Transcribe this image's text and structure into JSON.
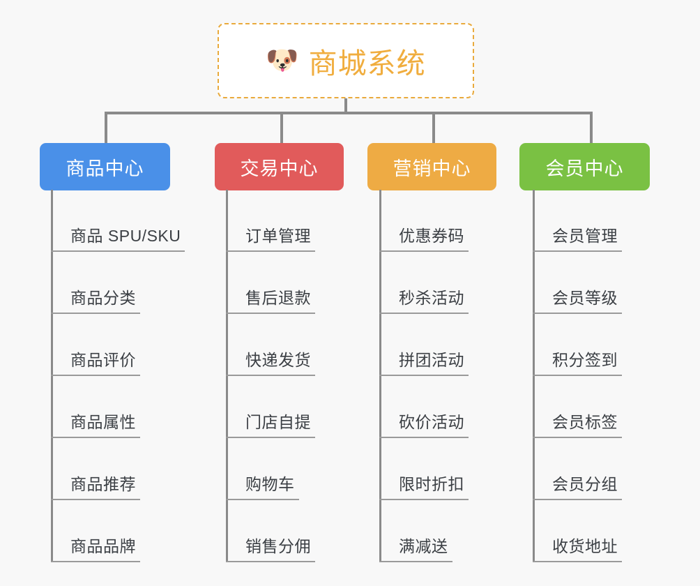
{
  "background_color": "#f8f8f8",
  "connector_color": "#8a8a8a",
  "root": {
    "title": "商城系统",
    "icon": "dog-face-icon",
    "icon_glyph": "🐶",
    "border_color": "#e9aa3c",
    "text_color": "#f0ad3e",
    "background_color": "#ffffff"
  },
  "branches": [
    {
      "label": "商品中心",
      "color": "#4a90e8",
      "items": [
        "商品 SPU/SKU",
        "商品分类",
        "商品评价",
        "商品属性",
        "商品推荐",
        "商品品牌"
      ]
    },
    {
      "label": "交易中心",
      "color": "#e15b5b",
      "items": [
        "订单管理",
        "售后退款",
        "快递发货",
        "门店自提",
        "购物车",
        "销售分佣"
      ]
    },
    {
      "label": "营销中心",
      "color": "#eeab44",
      "items": [
        "优惠券码",
        "秒杀活动",
        "拼团活动",
        "砍价活动",
        "限时折扣",
        "满减送"
      ]
    },
    {
      "label": "会员中心",
      "color": "#7ac143",
      "items": [
        "会员管理",
        "会员等级",
        "积分签到",
        "会员标签",
        "会员分组",
        "收货地址"
      ]
    }
  ]
}
